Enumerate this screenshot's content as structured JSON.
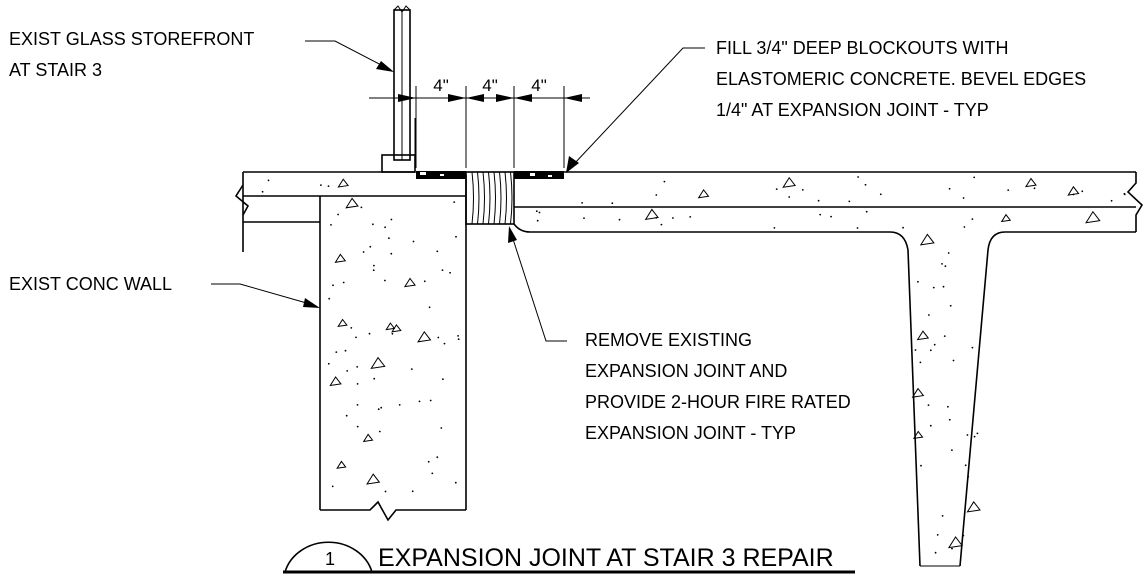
{
  "labels": {
    "storefront_line1": "EXIST GLASS STOREFRONT",
    "storefront_line2": "AT STAIR 3",
    "fill_line1": "FILL 3/4\" DEEP BLOCKOUTS  WITH",
    "fill_line2": "ELASTOMERIC CONCRETE. BEVEL EDGES",
    "fill_line3": "1/4\" AT EXPANSION JOINT - TYP",
    "wall": "EXIST CONC WALL",
    "remove_line1": "REMOVE EXISTING",
    "remove_line2": "EXPANSION JOINT AND",
    "remove_line3": "PROVIDE 2-HOUR FIRE RATED",
    "remove_line4": "EXPANSION JOINT - TYP"
  },
  "dimensions": [
    "4\"",
    "4\"",
    "4\""
  ],
  "title": {
    "number": "1",
    "text": "EXPANSION JOINT AT STAIR 3 REPAIR"
  }
}
